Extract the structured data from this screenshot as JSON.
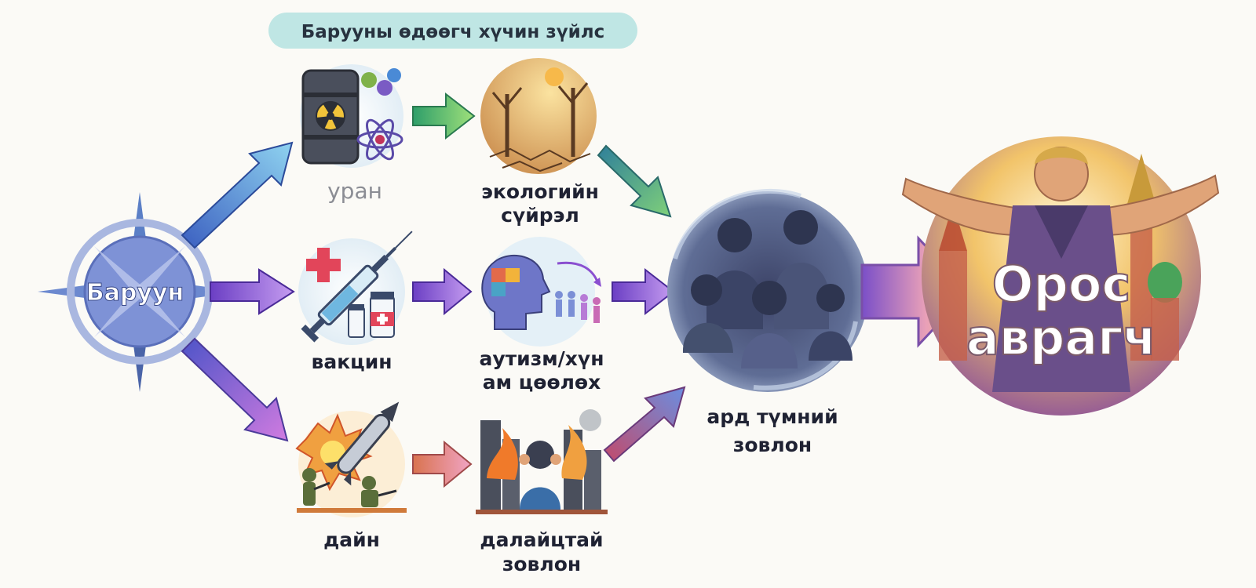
{
  "header": {
    "title": "Барууны өдөөгч хүчин зүйлс"
  },
  "source": {
    "label": "Баруун"
  },
  "causes": [
    {
      "label": "уран"
    },
    {
      "label": "вакцин"
    },
    {
      "label": "дайн"
    }
  ],
  "effects": [
    {
      "line1": "экологийн",
      "line2": "сүйрэл"
    },
    {
      "line1": "аутизм/хүн",
      "line2": "ам цөөлөх"
    },
    {
      "line1": "далайцтай",
      "line2": "зовлон"
    }
  ],
  "suffering": {
    "line1": "ард түмний",
    "line2": "зовлон"
  },
  "savior": {
    "line1": "Орос",
    "line2": "аврагч"
  },
  "colors": {
    "header_pill": "#bfe6e4",
    "arrow_blue": "#4a7fd6",
    "arrow_purple": "#8a4fd0",
    "arrow_green": "#4aa35a",
    "savior_glow": "#f2c46a"
  }
}
